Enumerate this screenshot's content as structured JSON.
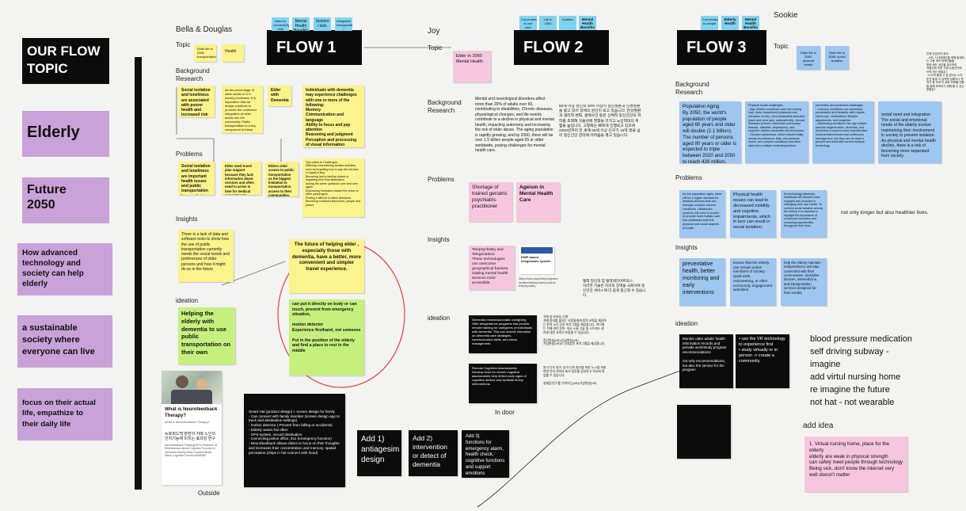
{
  "left_column": {
    "title": "OUR FLOW\nTOPIC",
    "cards": [
      "Elderly",
      "Future\n2050",
      "How advanced\ntechnology and\nsociety can help\nelderly",
      "a sustainable\nsociety where\neveryone can live",
      "focus on their actual\nlife, empathize to\ntheir daily life"
    ]
  },
  "flow1": {
    "team": "Bella & Douglas",
    "title": "FLOW 1",
    "tags": [
      "Need to connectivity / link people to the net you",
      "Mental Health Benefits",
      "Seniors / kids",
      "Integrated transportation / connectivity"
    ],
    "sections": {
      "topic": "Topic",
      "background": "Background\nResearch",
      "problems": "Problems",
      "insights": "Insights",
      "ideation": "ideation",
      "outside": "Outside"
    },
    "topic_notes": [
      "Elder life in 2050 transportation",
      "Health"
    ],
    "background_notes": [
      "Social isolation and loneliness are associated with poorer health and increased risk of death in Elder.",
      "As the percentage of older adults in U.S. society increases, it is imperative that we design solutions to promote the continued integration of older adults into the community. Public transportation is a key component of these solutions",
      "Elder with Dementia",
      "Individuals with dementia may experience challenges with one or more of the following:\nMemory\nCommunication and language\nAbility to focus and pay attention\nReasoning and judgment\nPerception and processing of visual information\nPhysical mobility"
    ],
    "problem_notes": [
      "Social isolation and loneliness are important health issues and public transportation has a role to play in addressing them.",
      "Elder need travel plan support because they lack information about services and often need to arrive in time for medical appointments.",
      "Elders cited access to public transportation as the biggest limitation to transportation access to their communities.",
      "Two points to Challenges\nDifficulty remembering familiar activities, such as forgetting how to pay the bus fare or signal a stop\nBecoming lost in familiar places or forgetting their final destination\nAsking the same questions over and over again\nExpressing frustration toward the driver or other passengers\nFinding it difficult to follow directions\nBecoming confused about time, people and places"
    ],
    "insight_notes": [
      "There is a lack of data and software tools to show how the use of public transportation currently meets the social needs and preferences of older persons and how it might do so in the future",
      "The future of helping elder , especially those with dementia, have a better, more convenient and simpler travel experience."
    ],
    "ideation_notes": [
      "Helping the elderly with dementia to use public transportation on their own",
      "can put it directly on body or can touch, prevent from emergency situation,\n\nmotion detector\nExperience firsthand, not someone\n\nPut in the position of the elderly and find a place to rest in the middle"
    ],
    "article": {
      "title": "What is Neurofeedback Therapy?",
      "sub": "What is Neurofeedback Therapy?",
      "kr_title": "뉴로피드백 훈련이 치매 노인의 인지기능에 미치는 효과성 연구",
      "kr_sub": "Neurofeedback Training(NFT) Research of Effectiveness about Cognitive Function in Dementia Elderly Brain Function/Brain Wave Cognitive Function/KMMSE"
    },
    "smart_hat": "Smart Hat (product design) + screen design for family\n- Can connect with family member (screen design app to track and destination settings)\n- motion detector ( Prevent from falling or accidents)\n- Elderly wears hat often\n- GPS system, record destination\n- connecting police office, 911 (emergency function)\n- Neurofeedback allows elders to focus on their thoughts and increases their concentration and memory, spatial perception (chips in hat connect with head)",
    "add_notes": [
      "Add 1)\nantiagesim\ndesign",
      "Add 2)\nintervention\nor detect of\ndementia",
      "Add 3)\nfunctions for\nemergency alarm,\nhealth check,\ncognitive functions\nand support\nemotions"
    ]
  },
  "flow2": {
    "team": "Joy",
    "title": "FLOW 2",
    "tags": [
      "Convenience to use care",
      "Life in 2050",
      "Hobbies",
      "Mental Health Benefits"
    ],
    "sections": {
      "topic": "Topic",
      "background": "Background\nResearch",
      "problems": "Problems",
      "insights": "Insights",
      "ideation": "ideation",
      "indoor": "In door"
    },
    "topic_note": "Elder In 2050\nMental Health",
    "background_text": "Mental and neurological disorders affect more than 20% of adults over 60, contributing to disabilities, Chronic diseases, physiological changes, and life events contribute to a decline in physical and mental health, impacting autonomy and increasing the risk of elder abuse. The aging population is rapidly growing, and by 2050, there will be over 1.5 billion people aged 65 or older worldwide, posing challenges for mental health care.",
    "background_kr": "60세 이상 성인의 20% 이상이 정신질환과 신경질환을 앓고 있어 장애의 원인이 되고 있습니다. 만성질환과 생리적 변화, 생애사건 등은 신체적 정신건강의 저하를 초래해 자율성에 영향을 미치고 노인학대의 위험을 높입니다. 고령화는 빠르게 진행되고 있으며 2050년까지 전 세계 65세 이상 인구가 15억 명을 넘어 정신건강 관리에 어려움을 겪고 있습니다.",
    "problem_notes": [
      "Shortage of trained geriatric psychiatric practitioner",
      "Ageism in Mental Health Care"
    ],
    "insight_notes": [
      "Telepsychiatry and Telegeriatrics:\nThese technologies can overcome geographical barriers, making mental health services more accessible."
    ],
    "insight_article": "DWP based telegeriatric system",
    "insight_url": "https://www.psychiatry.org/patients-families/telepsychiatry/what-is-telepsychiatry",
    "insight_kr": "텔레 정신과 및 텔레게리아트릭스:\n이러한 기술은 지리적 장벽을 극복하여 정신건강 서비스에 더 쉽게 접근할 수 있습니다.",
    "ideation_notes": [
      "Dementia remote/automatic caregiving\nOffer telegeriatrics programs that provide remote training for caregivers of individuals with dementia. This can include education on dementia care strategies, communication skills, and stress management.",
      "Remote Cognitive Assessments:\nDevelop tools for remote cognitive assessments help detect early signs of cognitive decline and facilitate timely interventions."
    ],
    "ideation_kr": [
      "치매 원격/자동 간병\n치매 환자를 돌보는 사람들에게 원격 교육을 제공하는 원격 노인 진료 프로그램을 제공합니다. 여기에는 치매 관리 전략, 의사 소통 기술 및 스트레스 관리에 대한 교육이 포함될 수 있습니다.\n\n증강현실(AR)/가상현실(VR)\n가상현실(VR)로 인지훈련 프로그램을 제공합니다.",
      "원격 인지 평가: 원격 인지 평가를 위한 도구를 개발하면 인지 저하의 초기 징후를 감지하고 적시에 개입할 수 있습니다.\n\n실재감/친구를 가져오는(AR)/가상현실(VR)"
    ]
  },
  "flow3": {
    "team": "Sookie",
    "title": "FLOW 3",
    "tags": [
      "Connection to people",
      "Elderly Health",
      "Mental Health Benefits"
    ],
    "sections": {
      "topic": "Topic",
      "background": "Background\nResearch",
      "problems": "Problems",
      "insights": "Insights",
      "ideation": "ideation",
      "add_idea": "add idea"
    },
    "topic_notes": [
      "Elder life in 2050: physical health",
      "Elder life in 2050: social isolation"
    ],
    "side_kr": "인체 건강관리 분야\n- 시력, 시각장애인을 위해 발생하는 고용 계속 장애인들을\n위한 제도 개선을 유도하여\n저출산에 따른 고령 노동인력과 인력 개선 방법은?\n- 노인의 출생 시 점 앞서는 노인 운전 발생 이 급격한 상황이나 운전자 중 도와 이 위로 보조할 내용을 통해 보조하기 위해 할 수 있는 방법은?",
    "background_notes": [
      "Population Aging\nBy 2050, the world's population of people aged 60 years and older will double (2.1 billion). The number of persons aged 80 years or older is expected to triple between 2020 and 2050 to reach 426 million.",
      "Physical health challenges\n- Age-related conditions: such as hearing loss, vision impairment (cataracts and refractive errors), musculoskeletal disorders (back and neck pain, osteoarthritis), chronic diseases (chronic obstructive pulmonary disease, diabetes, depression), and cognitive decline (dementia and Alzheimer).\n- Geriatric syndromes: which include frailty, urinary incontinence, falls, and pressure ulcers, are complex conditions that often stem from multiple underlying factors.",
      "prevention and treatment challenges\n- Common conditions are somewhat preventable and treatable with regular check-ups, medications, lifestyle adjustments, and surgeries.\n- Addressing conditions like age-related macular degeneration, dementia, and Alzheimer's requires more sophisticated medical interventions and continuous management, but they can be hard to prevent and treat with current medical technology.",
      "social need and integration\nThe social and emotional needs of the elderly involve maintaining their involvement in society to prevent isolation. As physical and mental health decline, there is a risk of becoming more separated from society."
    ],
    "problem_notes": [
      "As the population ages, there will be a higher demand for medical services that can manage complex chronic conditions. Healthcare systems will need to evolve to provide more holistic care that addresses both the physical and social aspects of health.",
      "Physical health issues can lead to decreased mobility and cognitive impairments, which in turn can result in social isolation.",
      "As technology advances, individuals will become more engaged and proactive in managing their own health. To connect social isolation among the elderly, it is essential to highlight the importance of continuous education and remaining opportunities throughout their lives."
    ],
    "problem_side": "not only longer but also healthier lives.",
    "insight_notes": [
      "preventative health, better monitoring and early interventions",
      "ensure that the elderly can remain active members of society. (paid work, volunteering, or other community engagement activities)",
      "help the elderly maintain independence and stay connected with their communities. (assistive devices, telemedicine, and transportation services designed for their needs)"
    ],
    "ideation_notes": [
      "Monitor older adults' health information records and provide work/study program recommendations\n\nnot only recommendations, but also the service for the program",
      "• use the VR technology to experience first\n• study virtually or in person -> create a community"
    ],
    "ideas_list": "blood pressure medication\nself driving subway -\nimagine\nadd virtul nursing home\nre imagine the future\nnot hat - not wearable",
    "add_idea_note": "1. Virtual nursing home, place for the elderly\nelderly are weak in physical strength\ncan safely meet people through technology\nBeing sick, don't know the internet very well doesn't matter"
  },
  "colors": {
    "yellow": "#fbf38b",
    "green": "#c6f07e",
    "pink": "#f6c6df",
    "blue": "#9dc6f0",
    "purple": "#c8a2d8",
    "black": "#0c0c0c",
    "cyan": "#7fd3f2"
  }
}
